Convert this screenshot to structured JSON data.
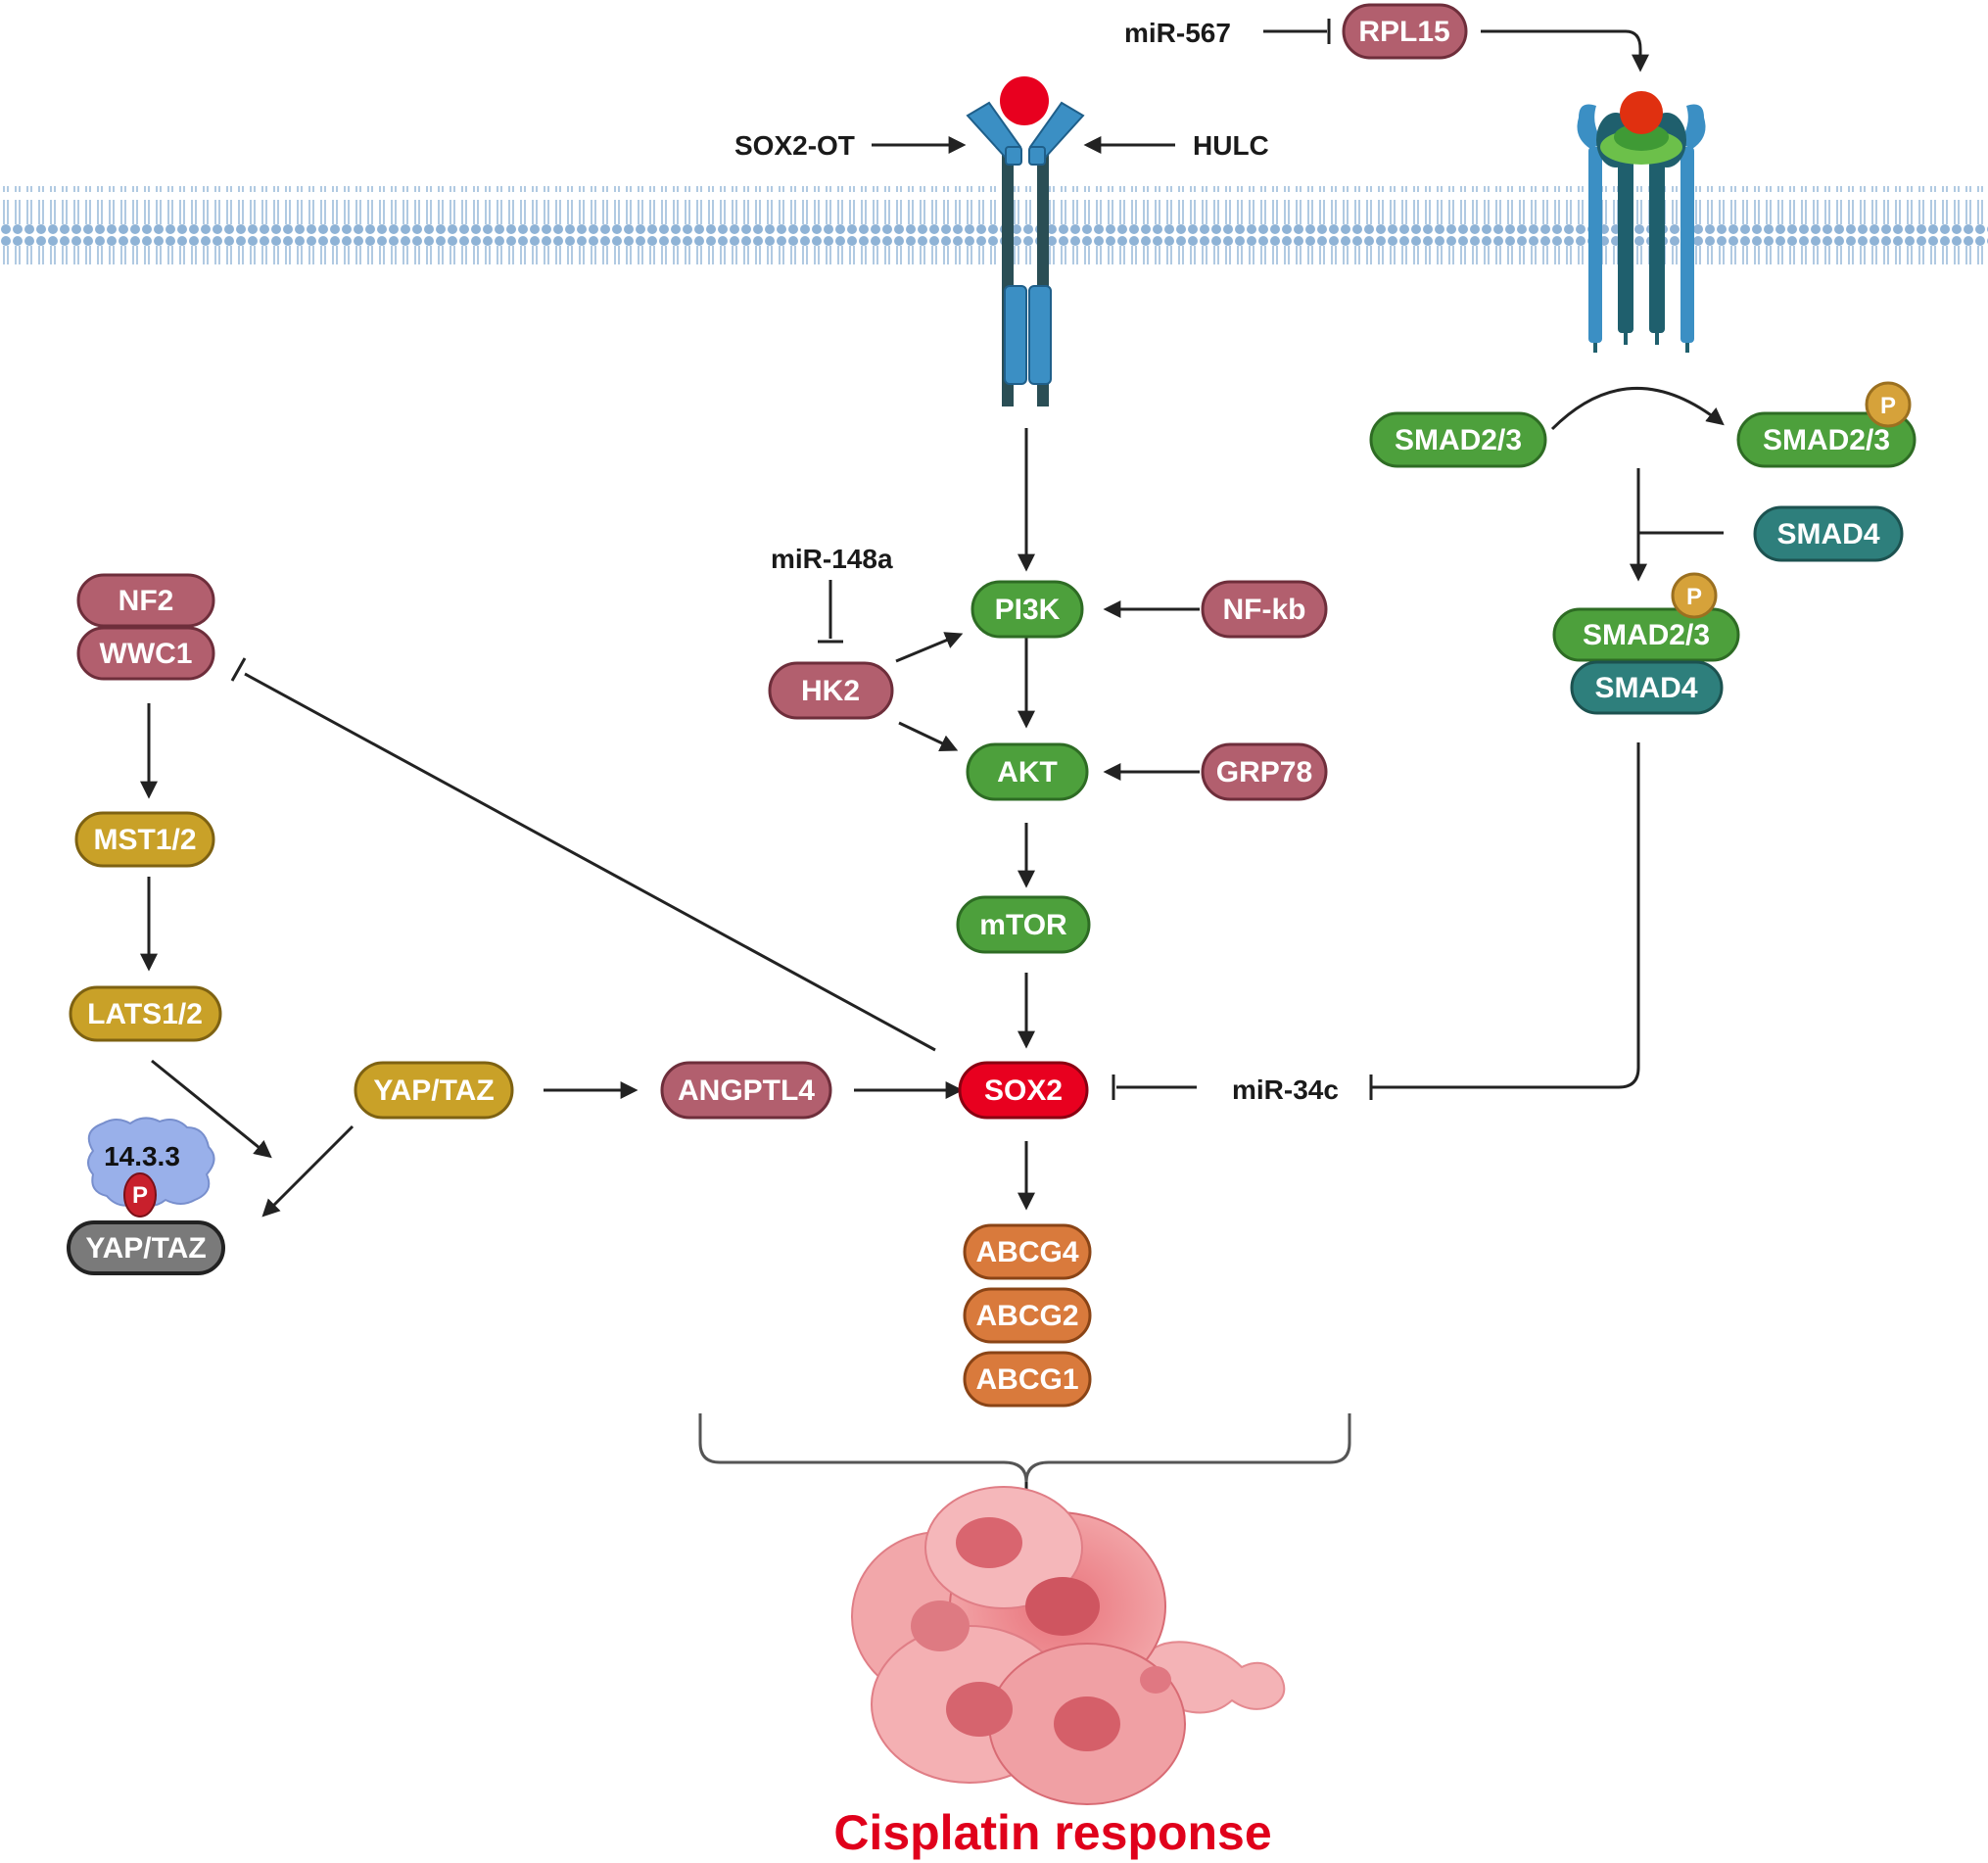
{
  "colors": {
    "red_pill": "#b25f6e",
    "green_pill": "#4da03c",
    "gold_pill": "#c9a128",
    "orange_pill": "#d97a3c",
    "teal_pill": "#2e7f7c",
    "gray_pill": "#7a7a7a",
    "sox2_pill": "#e8001f",
    "arrow": "#222222",
    "membrane": "#8fb3d6",
    "receptor_blue": "#3b8fc4",
    "receptor_dark": "#2a4e55",
    "ligand": "#e8001f",
    "title": "#e0001b"
  },
  "regulators": {
    "mir567": "miR-567",
    "sox2ot": "SOX2-OT",
    "hulc": "HULC",
    "mir148a": "miR-148a",
    "mir34c": "miR-34c"
  },
  "nodes": {
    "rpl15": "RPL15",
    "smad23_a": "SMAD2/3",
    "smad23_b": "SMAD2/3",
    "smad4_a": "SMAD4",
    "smad23_c": "SMAD2/3",
    "smad4_b": "SMAD4",
    "nf2": "NF2",
    "wwc1": "WWC1",
    "mst12": "MST1/2",
    "lats12": "LATS1/2",
    "yaptaz_active": "YAP/TAZ",
    "yaptaz_bound": "YAP/TAZ",
    "protein_1433": "14.3.3",
    "angptl4": "ANGPTL4",
    "pi3k": "PI3K",
    "nfkb": "NF-kb",
    "hk2": "HK2",
    "akt": "AKT",
    "grp78": "GRP78",
    "mtor": "mTOR",
    "sox2": "SOX2",
    "abcg4": "ABCG4",
    "abcg2": "ABCG2",
    "abcg1": "ABCG1"
  },
  "phospho_label": "P",
  "outcome": "Cisplatin response"
}
